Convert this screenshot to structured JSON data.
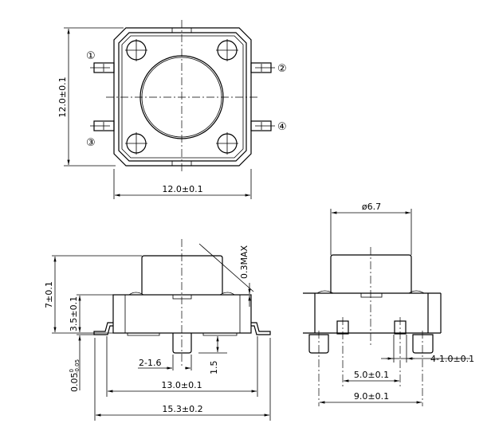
{
  "top_view": {
    "dim_width": "12.0±0.1",
    "dim_height": "12.0±0.1",
    "pin_labels": [
      "①",
      "②",
      "③",
      "④"
    ]
  },
  "front_view": {
    "dim_total_height": "7±0.1",
    "dim_body_height": "3.5±0.1",
    "dim_standoff": "0.05",
    "dim_standoff_tol_upper": "0",
    "dim_standoff_tol_lower": "-0.05",
    "dim_cap_gap": "0.3MAX",
    "dim_stem_width": "2-1.6",
    "dim_stem_height": "1.5",
    "dim_lead_span": "13.0±0.1",
    "dim_total_width": "15.3±0.2"
  },
  "side_view": {
    "dim_cap_diameter": "ø6.7",
    "dim_pin_width": "4-1.0±0.1",
    "dim_pin_pitch": "5.0±0.1",
    "dim_foot_pitch": "9.0±0.1"
  }
}
